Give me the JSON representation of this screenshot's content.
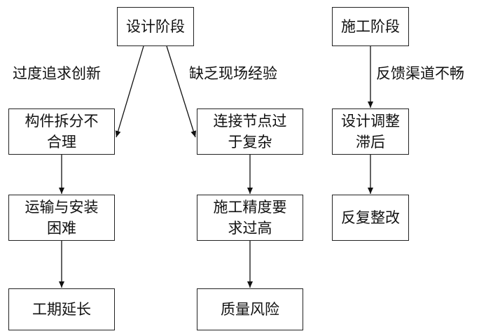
{
  "nodes": {
    "design_phase": "设计阶段",
    "construction_phase": "施工阶段",
    "component_split": "构件拆分不\n合理",
    "transport_install": "运输与安装\n困难",
    "schedule_delay": "工期延长",
    "node_complex": "连接节点过\n于复杂",
    "precision_high": "施工精度要\n求过高",
    "quality_risk": "质量风险",
    "design_adjust_lag": "设计调整\n滞后",
    "repeated_rework": "反复整改"
  },
  "edge_labels": {
    "over_innovation": "过度追求创新",
    "lack_field_experience": "缺乏现场经验",
    "feedback_blocked": "反馈渠道不畅"
  }
}
